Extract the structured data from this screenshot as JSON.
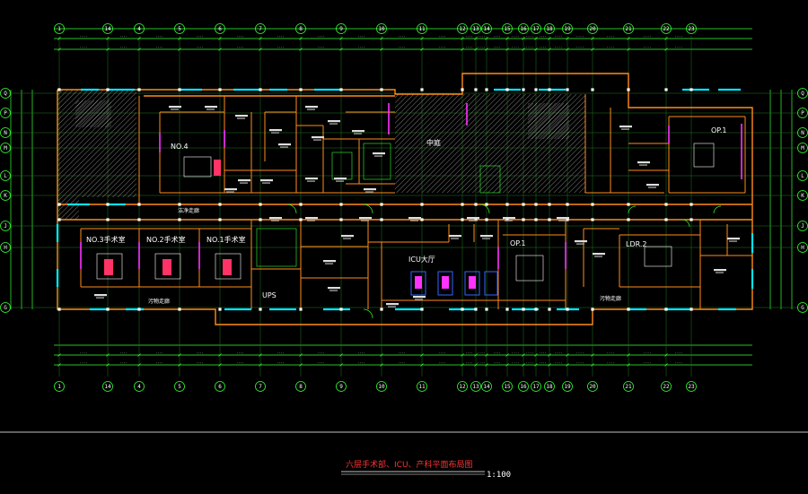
{
  "drawing": {
    "title": "六层手术部、ICU、产科平面布局图",
    "scale": "1:100"
  },
  "axes": {
    "columns": [
      "1",
      "14",
      "4",
      "5",
      "6",
      "7",
      "8",
      "9",
      "10",
      "11",
      "12",
      "13",
      "14",
      "15",
      "16",
      "17",
      "18",
      "19",
      "20",
      "21",
      "22",
      "23"
    ],
    "rows": [
      "Q",
      "P",
      "N",
      "M",
      "L",
      "K",
      "J",
      "H",
      "G"
    ]
  },
  "rooms": [
    {
      "id": "no4",
      "label": "NO.4"
    },
    {
      "id": "op1-top",
      "label": "OP.1"
    },
    {
      "id": "no3",
      "label": "NO.3手术室"
    },
    {
      "id": "no2",
      "label": "NO.2手术室"
    },
    {
      "id": "no1",
      "label": "NO.1手术室"
    },
    {
      "id": "icu",
      "label": "ICU大厅"
    },
    {
      "id": "op1-mid",
      "label": "OP.1"
    },
    {
      "id": "ldr2",
      "label": "LDR.2"
    },
    {
      "id": "ups",
      "label": "UPS"
    },
    {
      "id": "corridor-clean",
      "label": "洁净走廊"
    },
    {
      "id": "atrium",
      "label": "中庭"
    },
    {
      "id": "corridor-dirty",
      "label": "污物走廊"
    },
    {
      "id": "dirty-corr-right",
      "label": "污物走廊"
    }
  ],
  "colors": {
    "background": "#000000",
    "wall": "#ff8c1a",
    "column": "#ffffff",
    "door": "#ff33ff",
    "window": "#00e5ff",
    "axis": "#33ff33",
    "dim": "#33ff33",
    "hatch": "#8a8a8a",
    "title": "#ff3333",
    "equipment": "#ff3366"
  }
}
